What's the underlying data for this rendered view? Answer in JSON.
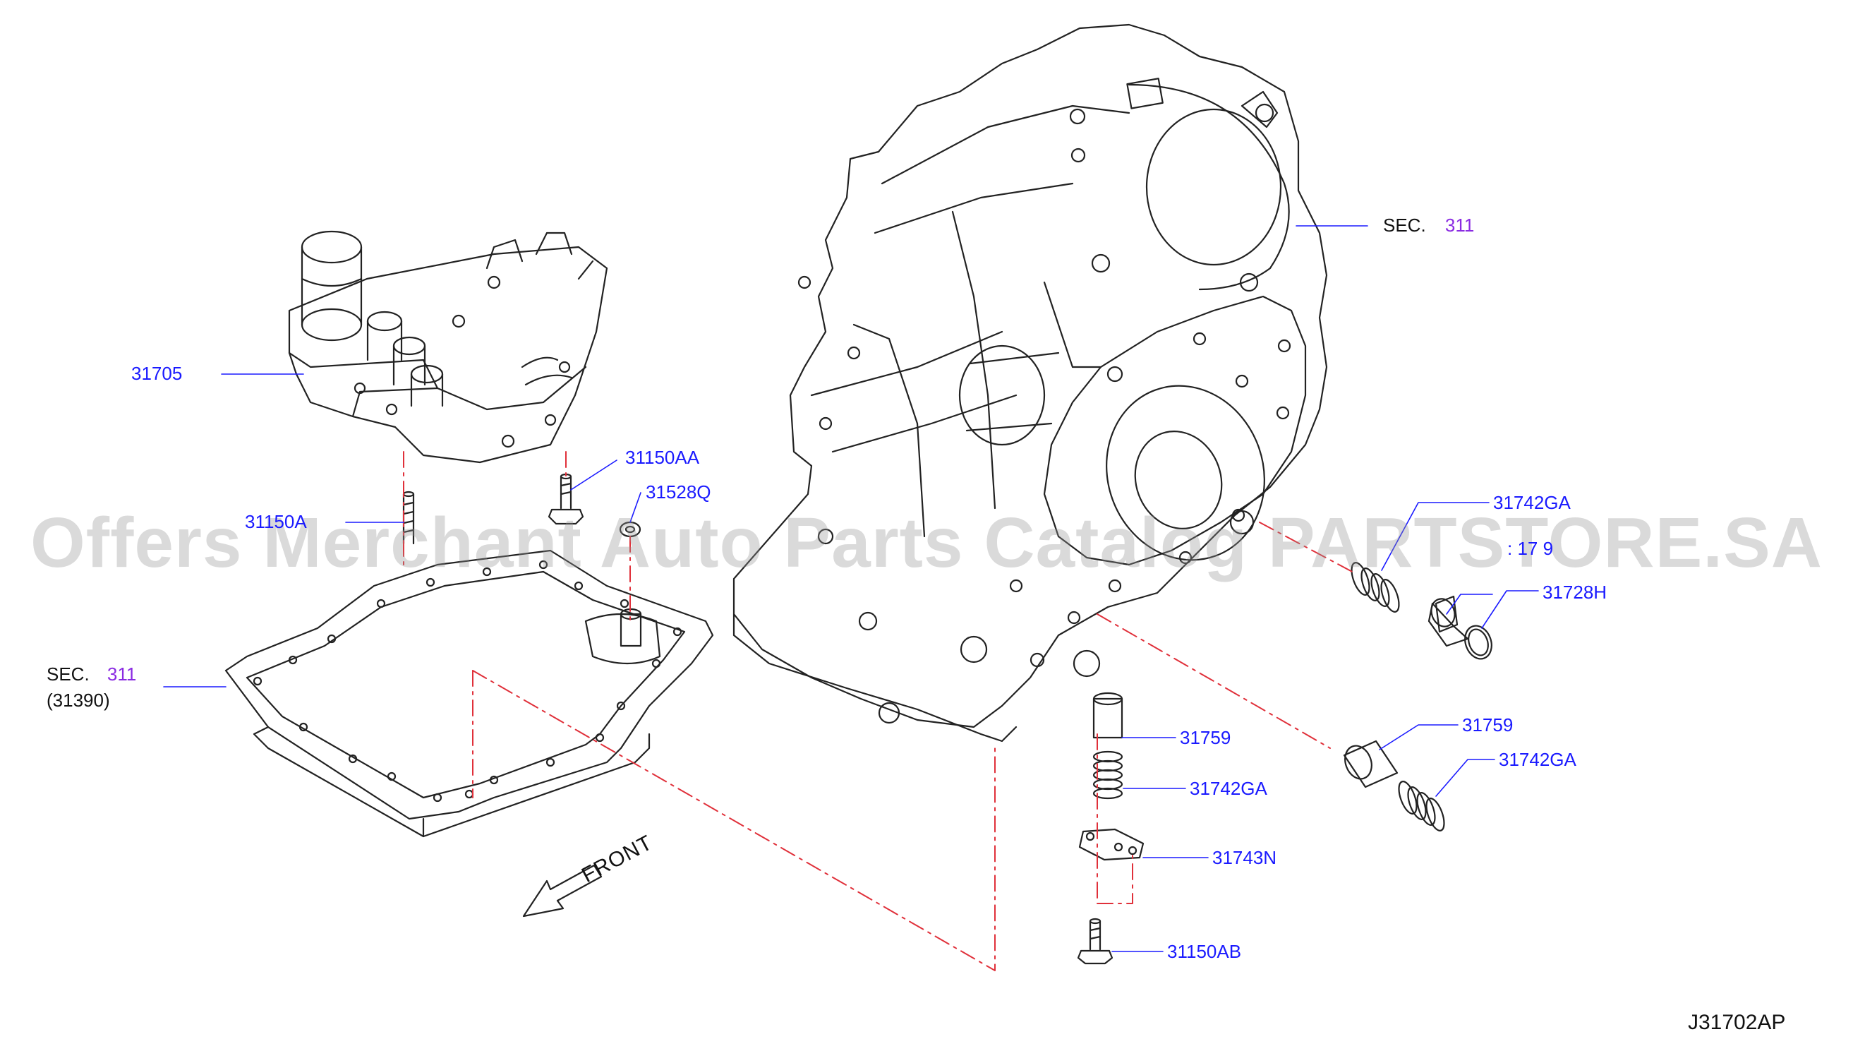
{
  "diagram_code": "J31702AP",
  "watermark": "Offers Merchant Auto Parts Catalog PARTSTORE.SA",
  "front_label": "FRONT",
  "section_refs": {
    "top": {
      "prefix": "SEC.",
      "number": "311"
    },
    "left": {
      "prefix": "SEC.",
      "number": "311",
      "sub": "(31390)"
    }
  },
  "parts": {
    "control_valve": "31705",
    "bolt_a": "31150A",
    "bolt_aa": "31150AA",
    "washer": "31528Q",
    "spring_upper_right": "31742GA",
    "plug_partial": ": 17  9",
    "oring": "31728H",
    "piston_right": "31759",
    "spring_right": "31742GA",
    "piston_bottom": "31759",
    "spring_bottom": "31742GA",
    "retainer": "31743N",
    "bolt_ab": "31150AB"
  },
  "colors": {
    "line": "#222222",
    "label_blue": "#1a1aff",
    "section_purple": "#8a2be2",
    "dash_red": "#e0303a"
  }
}
